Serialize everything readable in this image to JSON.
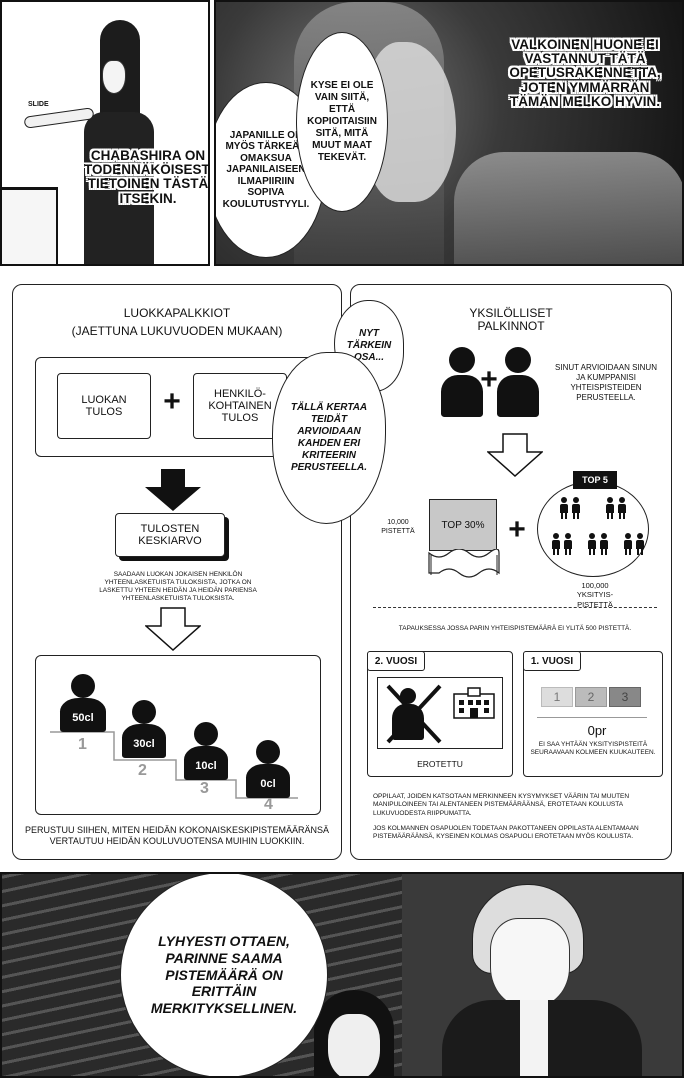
{
  "top_left": {
    "sfx": "SLIDE",
    "caption": "CHABASHIRA ON TODENNÄKÖISESTI TIETOINEN TÄSTÄ ITSEKIN."
  },
  "top_right": {
    "caption": "VALKOINEN HUONE EI VASTANNUT TÄTÄ OPETUSRAKENNETTA, JOTEN YMMÄRRÄN TÄMÄN MELKO HYVIN.",
    "bubble_left": "JAPANILLE ON MYÖS TÄRKEÄÄ OMAKSUA JAPANILAISEEN ILMAPIIRIIN SOPIVA KOULUTUSTYYLI.",
    "bubble_right": "KYSE EI OLE VAIN SIITÄ, ETTÄ KOPIOITAISIIN SITÄ, MITÄ MUUT MAAT TEKEVÄT."
  },
  "class_reward": {
    "title": "LUOKKAPALKKIOT",
    "subtitle": "(JAETTUNA LUKUVUODEN MUKAAN)",
    "class_results": "LUOKAN TULOS",
    "plus": "+",
    "individual_results": "HENKILÖ-KOHTAINEN TULOS",
    "average": "TULOSTEN KESKIARVO",
    "description": "SAADAAN LUOKAN JOKAISEN HENKILÖN YHTEENLASKETUISTA TULOKSISTA, JOTKA ON LASKETTU YHTEEN HEIDÄN JA HEIDÄN PARIENSA YHTEENLASKETUISTA TULOKSISTA.",
    "ranks": [
      {
        "rank": "1",
        "score": "50cl"
      },
      {
        "rank": "2",
        "score": "30cl"
      },
      {
        "rank": "3",
        "score": "10cl"
      },
      {
        "rank": "4",
        "score": "0cl"
      }
    ],
    "footer": "PERUSTUU SIIHEN, MITEN HEIDÄN KOKONAISKESKIPISTEMÄÄRÄNSÄ VERTAUTUU HEIDÄN KOULUVUOTENSA MUIHIN LUOKKIIN."
  },
  "middle_bubbles": {
    "small": "NYT TÄRKEIN OSA...",
    "large": "TÄLLÄ KERTAA TEIDÄT ARVIOIDAAN KAHDEN ERI KRITEERIN PERUSTEELLA."
  },
  "individual_reward": {
    "title": "YKSILÖLLISET PALKINNOT",
    "plus": "+",
    "description": "SINUT ARVIOIDAAN SINUN JA KUMPPANISI YHTEISPISTEIDEN PERUSTEELLA.",
    "top30_points": "10,000 PISTETTÄ",
    "top30_label": "TOP 30%",
    "top5_label": "TOP 5",
    "top5_points": "100,000 YKSITYIS-PISTETTÄ",
    "condition": "TAPAUKSESSA JOSSA PARIN YHTEISPISTEMÄÄRÄ EI YLITÄ 500 PISTETTÄ.",
    "year2_label": "2. VUOSI",
    "year2_result": "EROTETTU",
    "year1_label": "1. VUOSI",
    "year1_cells": [
      "1",
      "2",
      "3"
    ],
    "year1_zero": "0pr",
    "year1_result": "EI SAA YHTÄÄN YKSITYISPISTEITÄ SEURAAVAAN KOLMEEN KUUKAUTEEN.",
    "rule1": "OPPILAAT, JOIDEN KATSOTAAN MERKINNEEN KYSYMYKSET VÄÄRIN TAI MUUTEN MANIPULOINEEN TAI ALENTANEEN PISTEMÄÄRÄÄNSÄ, EROTETAAN KOULUSTA LUKUVUODESTA RIIPPUMATTA.",
    "rule2": "JOS KOLMANNEN OSAPUOLEN TODETAAN PAKOTTANEEN OPPILASTA ALENTAMAAN PISTEMÄÄRÄÄNSÄ, KYSEINEN KOLMAS OSAPUOLI EROTETAAN MYÖS KOULUSTA."
  },
  "bottom": {
    "bubble": "LYHYESTI OTTAEN, PARINNE SAAMA PISTEMÄÄRÄ ON ERITTÄIN MERKITYKSELLINEN."
  }
}
